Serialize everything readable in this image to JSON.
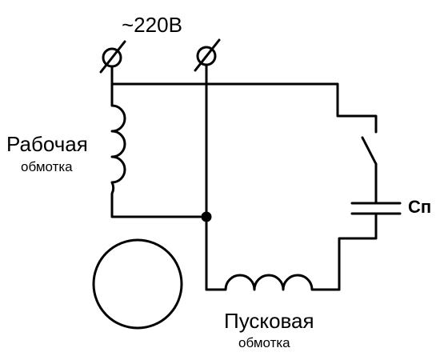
{
  "labels": {
    "voltage": "~220В",
    "working_winding_line1": "Рабочая",
    "working_winding_line2": "обмотка",
    "starting_winding_line1": "Пусковая",
    "starting_winding_line2": "обмотка",
    "capacitor": "Сп"
  },
  "colors": {
    "wire": "#000000",
    "background": "#ffffff"
  }
}
